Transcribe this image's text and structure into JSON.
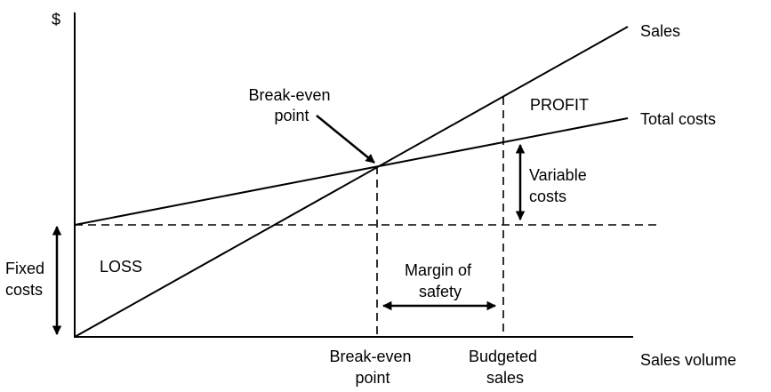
{
  "labels": {
    "y_axis": "$",
    "x_axis": "Sales volume",
    "sales_line": "Sales",
    "total_costs_line": "Total costs",
    "profit_region": "PROFIT",
    "loss_region": "LOSS",
    "break_even_callout": [
      "Break-even",
      "point"
    ],
    "variable_costs": [
      "Variable",
      "costs"
    ],
    "fixed_costs": [
      "Fixed",
      "costs"
    ],
    "margin_of_safety": [
      "Margin of",
      "safety"
    ],
    "break_even_axis": [
      "Break-even",
      "point"
    ],
    "budgeted_sales_axis": [
      "Budgeted",
      "sales"
    ]
  },
  "colors": {
    "ink": "#000000",
    "background": "#ffffff"
  }
}
